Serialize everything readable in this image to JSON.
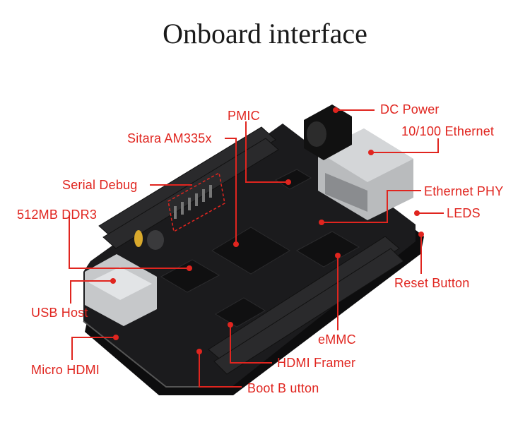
{
  "title": "Onboard interface",
  "labels": {
    "dc_power": "DC Power",
    "ethernet": "10/100 Ethernet",
    "pmic": "PMIC",
    "sitara": "Sitara AM335x",
    "serial_debug": "Serial Debug",
    "ethernet_phy": "Ethernet PHY",
    "leds": "LEDS",
    "ddr3": "512MB DDR3",
    "usb_host": "USB Host",
    "reset_button": "Reset Button",
    "emmc": "eMMC",
    "micro_hdmi": "Micro HDMI",
    "hdmi_framer": "HDMI Framer",
    "boot_button": "Boot B utton"
  },
  "colors": {
    "accent": "#e0251f",
    "board": "#1b1b1d"
  }
}
